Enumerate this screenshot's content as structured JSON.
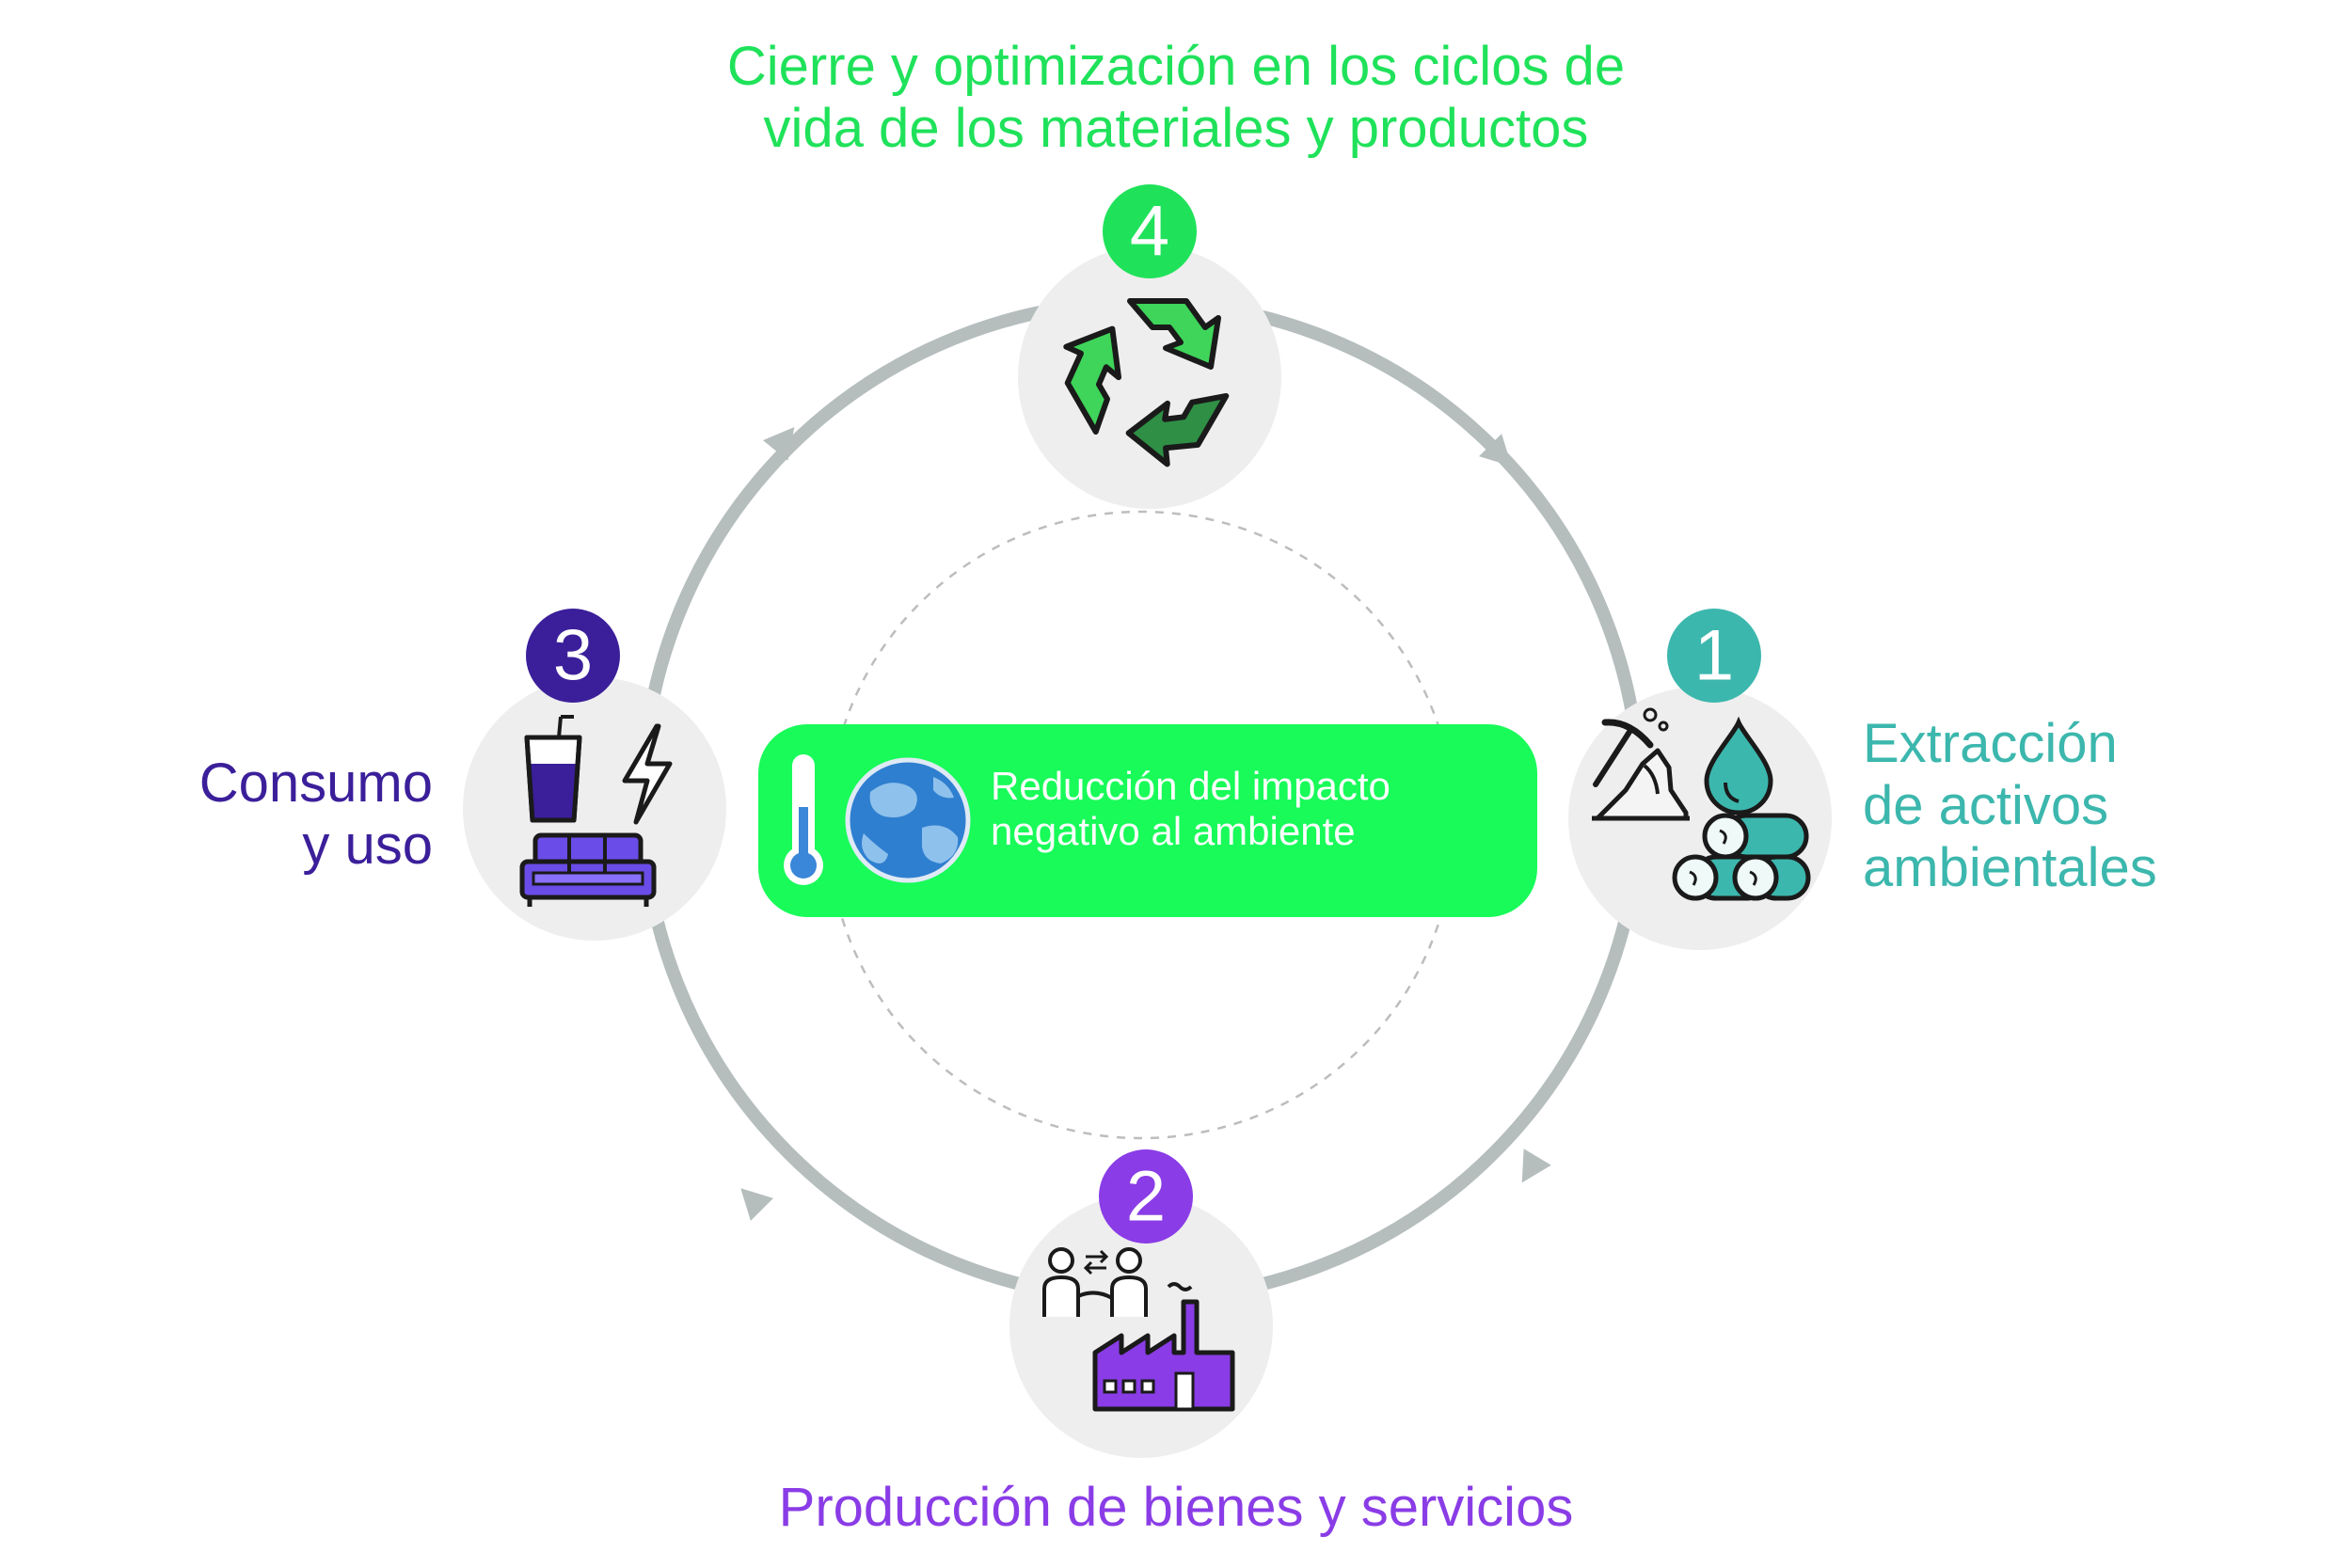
{
  "center": {
    "line1": "Reducción del impacto",
    "line2": "negativo al ambiente"
  },
  "stages": [
    {
      "number": "1",
      "lines": [
        "Extracción",
        "de activos",
        "ambientales"
      ],
      "color": "#3cb7ad",
      "icons": [
        "mining-pickaxe-icon",
        "water-drop-icon",
        "logs-icon"
      ]
    },
    {
      "number": "2",
      "lines": [
        "Producción de bienes y servicios"
      ],
      "color": "#8a3ce6",
      "icons": [
        "people-exchange-icon",
        "factory-icon"
      ]
    },
    {
      "number": "3",
      "lines": [
        "Consumo",
        "y uso"
      ],
      "color": "#3b1f9a",
      "icons": [
        "drink-cup-icon",
        "lightning-icon",
        "sofa-icon"
      ]
    },
    {
      "number": "4",
      "lines": [
        "Cierre y optimización en los ciclos de",
        "vida de los materiales y productos"
      ],
      "color": "#1fe25a",
      "icons": [
        "recycle-icon"
      ]
    }
  ],
  "colors": {
    "ring": "#b5bdbd",
    "node_background": "#eeeeee",
    "center_pill": "#18fb59",
    "thermometer": "#3a86d8"
  }
}
